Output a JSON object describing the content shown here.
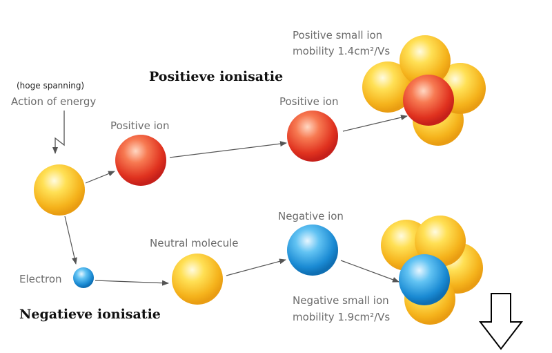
{
  "headings": {
    "positive": "Positieve ionisatie",
    "negative": "Negatieve ionisatie"
  },
  "labels": {
    "hoge_spanning": "(hoge spanning)",
    "action_of_energy": "Action of energy",
    "positive_ion_1": "Positive ion",
    "positive_ion_2": "Positive ion",
    "positive_small_ion": "Positive small ion",
    "positive_mobility": "mobility 1.4cm²/Vs",
    "electron": "Electron",
    "neutral_molecule": "Neutral molecule",
    "negative_ion": "Negative ion",
    "negative_small_ion": "Negative small ion",
    "negative_mobility": "mobility 1.9cm²/Vs"
  },
  "colors": {
    "neutral": "#f2b61d",
    "positive": "#e0321f",
    "negative": "#1d8fd6",
    "text": "#6b6b6b",
    "arrow": "#555555"
  }
}
